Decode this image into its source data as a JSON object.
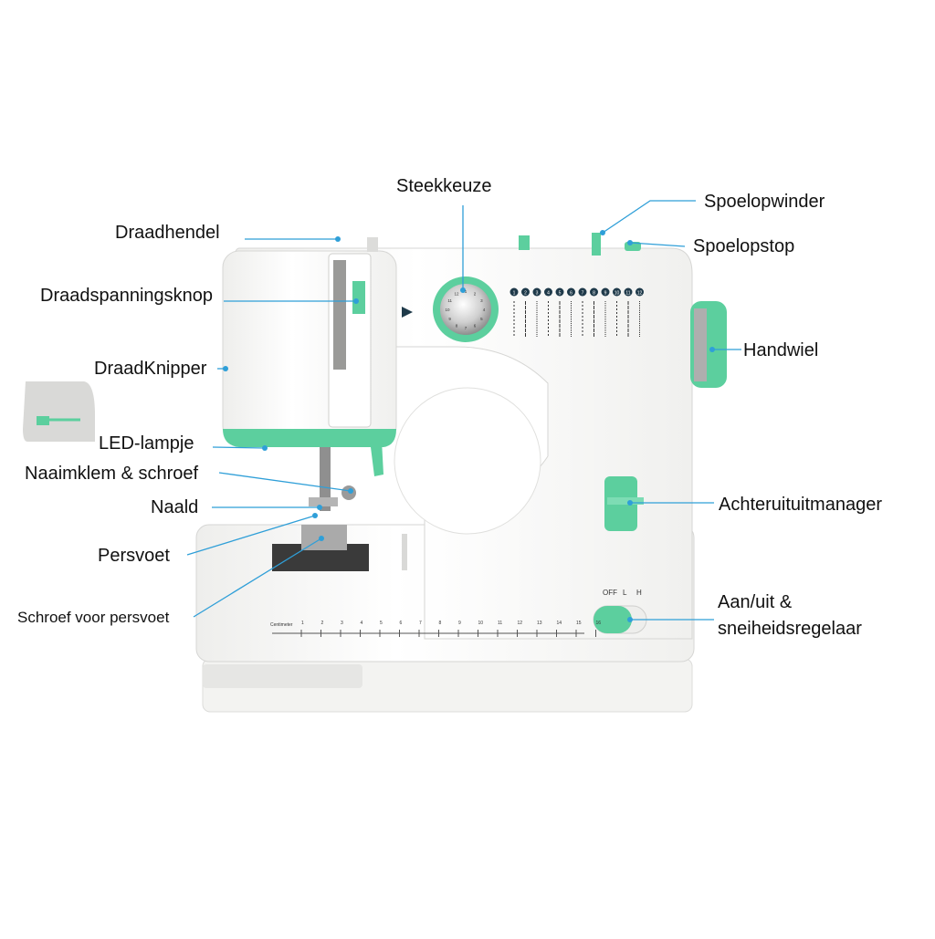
{
  "labels": {
    "steekkeuze": "Steekkeuze",
    "spoelopwinder": "Spoelopwinder",
    "spoelopstop": "Spoelopstop",
    "draadhendel": "Draadhendel",
    "draadspanningsknop": "Draadspanningsknop",
    "draadknipper": "DraadKnipper",
    "handwiel": "Handwiel",
    "led_lampje": "LED-lampje",
    "naaimklem": "Naaimklem & schroef",
    "naald": "Naald",
    "achteruit": "Achteruituitmanager",
    "persvoet": "Persvoet",
    "schroef_persvoet": "Schroef voor persvoet",
    "aan_uit_line1": "Aan/uit &",
    "aan_uit_line2": "sneiheidsregelaar"
  },
  "machine": {
    "switch_off": "OFF",
    "switch_l": "L",
    "switch_h": "H",
    "ruler_title": "Centimeter",
    "ruler_numbers": [
      "1",
      "2",
      "3",
      "4",
      "5",
      "6",
      "7",
      "8",
      "9",
      "10",
      "11",
      "12",
      "13",
      "14",
      "15",
      "16"
    ],
    "stitch_numbers": [
      "1",
      "2",
      "3",
      "4",
      "5",
      "6",
      "7",
      "8",
      "9",
      "10",
      "11",
      "12"
    ],
    "dial_numbers": [
      "1",
      "2",
      "3",
      "4",
      "5",
      "6",
      "7",
      "8",
      "9",
      "10",
      "11",
      "12"
    ]
  },
  "colors": {
    "accent_green": "#5ccf9e",
    "leader_line": "#2f9fd8",
    "body_white": "#f7f7f5",
    "throat_plate": "#3a3a3a"
  }
}
